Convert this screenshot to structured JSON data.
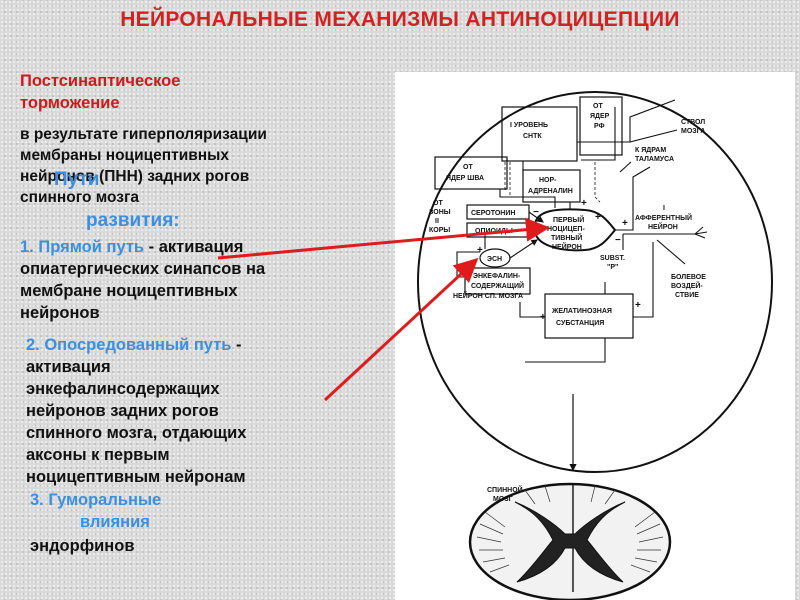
{
  "title": "НЕЙРОНАЛЬНЫЕ МЕХАНИЗМЫ АНТИНОЦИЦЕПЦИИ",
  "left_text": {
    "heading_line1": "Постсинаптическое",
    "heading_line2": "торможение",
    "desc_lines": [
      "в результате гиперполяризации",
      "мембраны ноцицептивных",
      "нейронов (ПНН) задних рогов",
      "спинного мозга"
    ],
    "paths_word1": "Пути",
    "paths_word2": "развития:",
    "path1_title": "1. Прямой путь",
    "path1_rest": " - активация",
    "path1_lines": [
      "опиатергических синапсов на",
      "мембране ноцицептивных",
      "нейронов"
    ],
    "path2_title": "2. Опосредованный путь",
    "path2_rest": " -",
    "path2_lines": [
      "активация",
      "энкефалинсодержащих",
      "нейронов задних рогов",
      "спинного мозга, отдающих",
      "аксоны к первым",
      "ноцицептивным нейронам"
    ],
    "path3_line1": "3. Гуморальные",
    "path3_line2": "влияния",
    "path3_line3": "эндорфинов"
  },
  "diagram": {
    "boxes": {
      "level1": [
        "I УРОВЕНЬ",
        "СНТК"
      ],
      "rf": [
        "ОТ",
        "ЯДЕР",
        "РФ"
      ],
      "raphe": [
        "ОТ",
        "ЯДЕР ШВА"
      ],
      "noradrenaline": [
        "НОР-",
        "АДРЕНАЛИН"
      ],
      "cortex": [
        "ОТ",
        "ЗОНЫ",
        "II",
        "КОРЫ"
      ],
      "serotonin": "СЕРОТОНИН",
      "opioids": "ОПИОИДЫ",
      "first_neuron": [
        "ПЕРВЫЙ",
        "НОЦИЦЕП-",
        "ТИВНЫЙ",
        "НЕЙРОН"
      ],
      "esn": "ЭСН",
      "enkephalin": [
        "ЭНКЕФАЛИН-",
        "СОДЕРЖАЩИЙ"
      ],
      "neuron_spinal": "НЕЙРОН СП. МОЗГА",
      "subst_p": [
        "SUBST.",
        "\"P\""
      ],
      "gelatinous": [
        "ЖЕЛАТИНОЗНАЯ",
        "СУБСТАНЦИЯ"
      ]
    },
    "labels": {
      "brainstem": [
        "СТВОЛ",
        "МОЗГА"
      ],
      "thalamus": [
        "К ЯДРАМ",
        "ТАЛАМУСА"
      ],
      "afferent": [
        "I",
        "АФФЕРЕНТНЫЙ",
        "НЕЙРОН"
      ],
      "pain": [
        "БОЛЕВОЕ",
        "ВОЗДЕЙ-",
        "СТВИЕ"
      ],
      "spinal_cord": [
        "СПИННОЙ",
        "МОЗГ"
      ]
    },
    "signs": {
      "minus": "−",
      "plus": "+"
    }
  }
}
